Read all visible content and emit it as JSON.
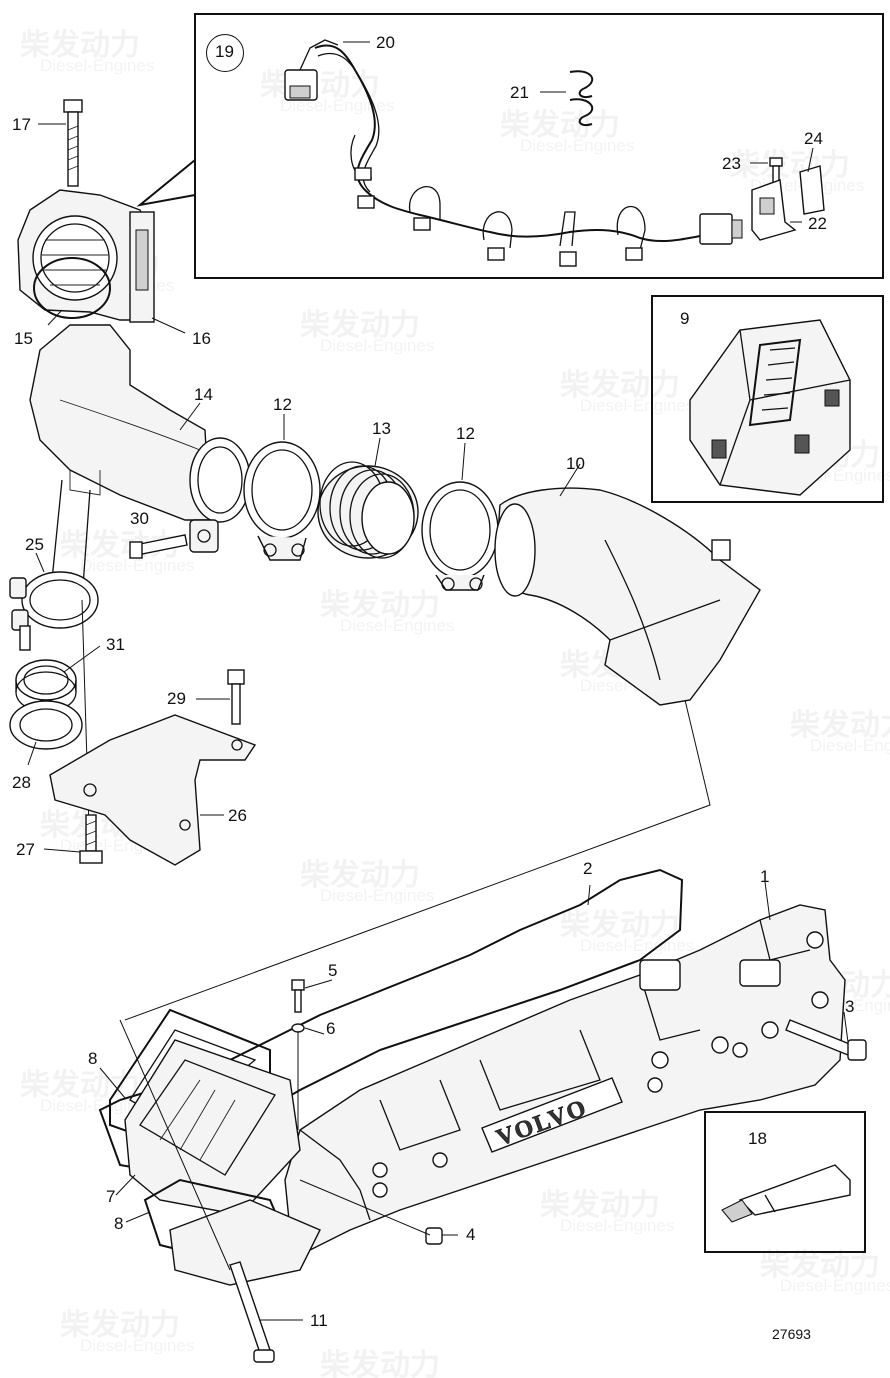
{
  "labels": [
    {
      "id": "1",
      "text": "1"
    },
    {
      "id": "2",
      "text": "2"
    },
    {
      "id": "3",
      "text": "3"
    },
    {
      "id": "4",
      "text": "4"
    },
    {
      "id": "5",
      "text": "5"
    },
    {
      "id": "6",
      "text": "6"
    },
    {
      "id": "7",
      "text": "7"
    },
    {
      "id": "8a",
      "text": "8"
    },
    {
      "id": "8b",
      "text": "8"
    },
    {
      "id": "9",
      "text": "9"
    },
    {
      "id": "10",
      "text": "10"
    },
    {
      "id": "11",
      "text": "11"
    },
    {
      "id": "12a",
      "text": "12"
    },
    {
      "id": "12b",
      "text": "12"
    },
    {
      "id": "13",
      "text": "13"
    },
    {
      "id": "14",
      "text": "14"
    },
    {
      "id": "15",
      "text": "15"
    },
    {
      "id": "16",
      "text": "16"
    },
    {
      "id": "17",
      "text": "17"
    },
    {
      "id": "18",
      "text": "18"
    },
    {
      "id": "19",
      "text": "19"
    },
    {
      "id": "20",
      "text": "20"
    },
    {
      "id": "21",
      "text": "21"
    },
    {
      "id": "22",
      "text": "22"
    },
    {
      "id": "23",
      "text": "23"
    },
    {
      "id": "24",
      "text": "24"
    },
    {
      "id": "25",
      "text": "25"
    },
    {
      "id": "26",
      "text": "26"
    },
    {
      "id": "27",
      "text": "27"
    },
    {
      "id": "28",
      "text": "28"
    },
    {
      "id": "29",
      "text": "29"
    },
    {
      "id": "30",
      "text": "30"
    },
    {
      "id": "31",
      "text": "31"
    }
  ],
  "drawing_number": "27693",
  "logo_text": "VOLVO",
  "watermark": {
    "cn": "柴发动力",
    "en": "Diesel-Engines"
  }
}
